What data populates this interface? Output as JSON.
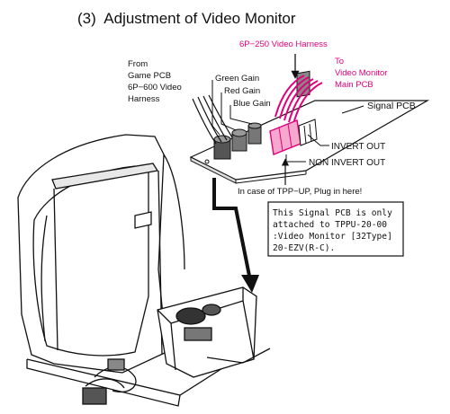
{
  "title": "(3)  Adjustment of Video Monitor",
  "labels": {
    "from_line1": "From",
    "from_line2": "Game PCB",
    "from_line3": "6P−600 Video",
    "from_line4": "Harness",
    "green_gain": "Green Gain",
    "red_gain": "Red Gain",
    "blue_gain": "Blue Gain",
    "harness_250": "6P−250 Video Harness",
    "to_line1": "To",
    "to_line2": "Video Monitor",
    "to_line3": "Main PCB",
    "signal_pcb": "Signal PCB",
    "invert_out": "INVERT OUT",
    "non_invert_out": "NON INVERT OUT",
    "tpp_up": "In case of TPP−UP, Plug in here!"
  },
  "note": {
    "line1": "This Signal PCB is only",
    "line2": "attached to TPPU-20-00",
    "line3": ":Video Monitor [32Type]",
    "line4": "20-EZV(R-C)."
  },
  "colors": {
    "ink": "#111111",
    "magenta": "#e0007a",
    "pink_fill": "#f7a8cf"
  }
}
